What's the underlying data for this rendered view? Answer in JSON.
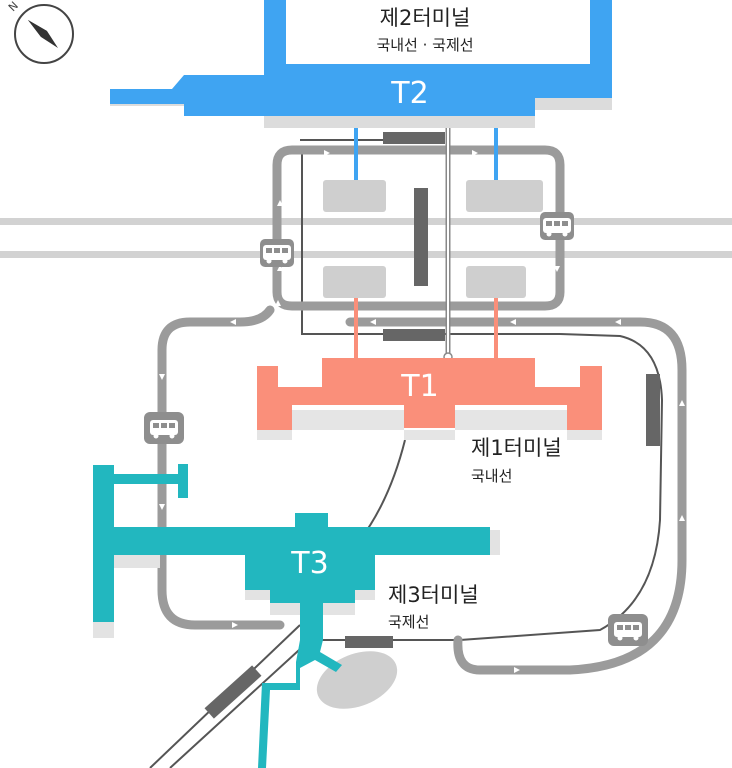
{
  "colors": {
    "t1": "#fa8f7a",
    "t2": "#3fa4f2",
    "t3": "#22b7bf",
    "road": "#9b9b9b",
    "rail": "#d2d2d2",
    "parking": "#cfcfcf",
    "shuttle_track": "#666666",
    "bus_stop": "#8e8e8e"
  },
  "compass": {
    "label": "N",
    "icon": "compass-icon"
  },
  "terminals": [
    {
      "code": "T1",
      "name": "제1터미널",
      "service": "국내선"
    },
    {
      "code": "T2",
      "name": "제2터미널",
      "service": "국내선 · 국제선"
    },
    {
      "code": "T3",
      "name": "제3터미널",
      "service": "국제선"
    }
  ],
  "bus_stops": [
    {
      "icon": "bus-icon"
    },
    {
      "icon": "bus-icon"
    },
    {
      "icon": "bus-icon"
    },
    {
      "icon": "bus-icon"
    }
  ]
}
